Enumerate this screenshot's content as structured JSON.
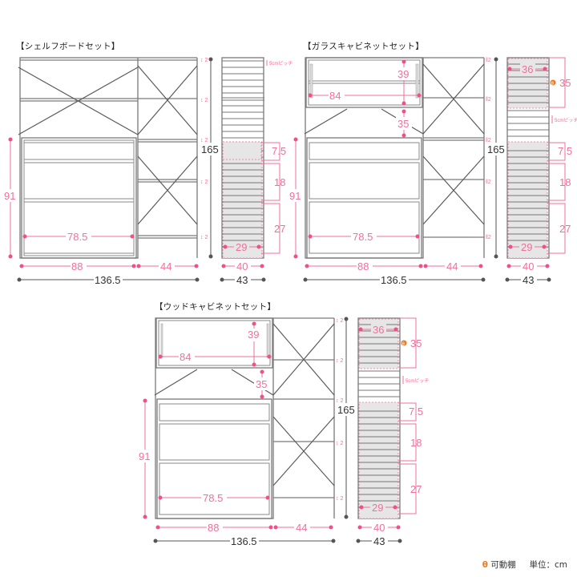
{
  "sets": [
    {
      "title": "【シェルフボードセット】",
      "dims": {
        "total_height": "165",
        "lower_height": "91",
        "inner_width": "78.5",
        "left_width": "88",
        "right_width": "44",
        "total_width": "136.5",
        "side_depth_inner": "40",
        "side_depth_outer": "43",
        "side_inner": "29",
        "section_a": "7.5",
        "section_b": "18",
        "section_c": "27",
        "gap_label": "2",
        "pitch": "5cmピッチ"
      }
    },
    {
      "title": "【ガラスキャビネットセット】",
      "dims": {
        "total_height": "165",
        "lower_height": "91",
        "inner_width": "78.5",
        "upper_width": "84",
        "upper_height": "39",
        "gap_height": "35",
        "left_width": "88",
        "right_width": "44",
        "total_width": "136.5",
        "side_depth_inner": "40",
        "side_depth_outer": "43",
        "side_inner": "29",
        "side_top_inner": "36",
        "side_top_height": "35",
        "section_a": "7.5",
        "section_b": "18",
        "section_c": "27",
        "gap_label": "2",
        "pitch": "5cmピッチ"
      }
    },
    {
      "title": "【ウッドキャビネットセット】",
      "dims": {
        "total_height": "165",
        "lower_height": "91",
        "inner_width": "78.5",
        "upper_width": "84",
        "upper_height": "39",
        "gap_height": "35",
        "left_width": "88",
        "right_width": "44",
        "total_width": "136.5",
        "side_depth_inner": "40",
        "side_depth_outer": "43",
        "side_inner": "29",
        "side_top_inner": "36",
        "side_top_height": "35",
        "section_a": "7.5",
        "section_b": "18",
        "section_c": "27",
        "gap_label": "2",
        "pitch": "5cmピッチ"
      }
    }
  ],
  "legend": {
    "movable_mark": "θ",
    "movable_label": "可動棚",
    "unit_label": "単位：cm"
  },
  "colors": {
    "dimension_pink": "#f0709a",
    "frame_gray": "#7a7a7a",
    "movable_orange": "#f07a20"
  }
}
